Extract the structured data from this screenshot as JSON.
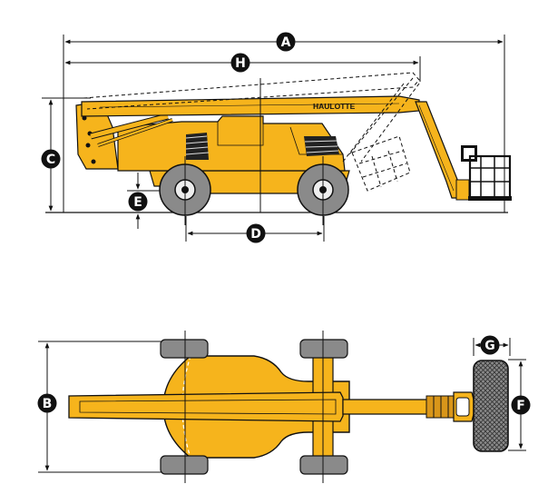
{
  "brand": "HAULOTTE",
  "dimension_labels": {
    "A": "A",
    "H": "H",
    "C": "C",
    "E": "E",
    "D": "D",
    "B": "B",
    "G": "G",
    "F": "F"
  },
  "colors": {
    "machine_yellow": "#f6b41c",
    "machine_yellow_dark": "#d9961a",
    "tire_grey": "#8a8a8a",
    "outline": "#111111",
    "label_bg": "#111111",
    "basket_grey": "#6a6a6a"
  }
}
